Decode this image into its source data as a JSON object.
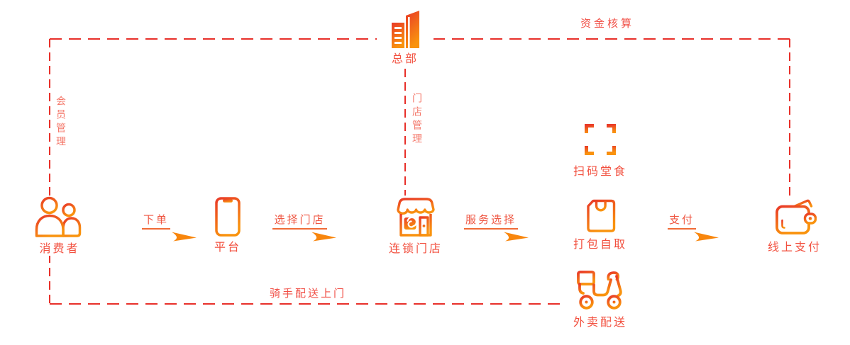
{
  "diagram": {
    "nodes": {
      "headquarters": {
        "label": "总部",
        "icon": "building-icon"
      },
      "consumer": {
        "label": "消费者",
        "icon": "people-icon"
      },
      "platform": {
        "label": "平台",
        "icon": "phone-icon"
      },
      "chain_store": {
        "label": "连锁门店",
        "icon": "storefront-icon"
      },
      "scan_dine_in": {
        "label": "扫码堂食",
        "icon": "scan-frame-icon"
      },
      "pack_pickup": {
        "label": "打包自取",
        "icon": "shopping-bag-icon"
      },
      "delivery": {
        "label": "外卖配送",
        "icon": "scooter-icon"
      },
      "online_payment": {
        "label": "线上支付",
        "icon": "wallet-icon"
      }
    },
    "flows": {
      "place_order": {
        "label": "下单"
      },
      "select_store": {
        "label": "选择门店"
      },
      "service_select": {
        "label": "服务选择"
      },
      "pay": {
        "label": "支付"
      }
    },
    "links": {
      "member_management": {
        "label": "会员管理"
      },
      "store_management": {
        "label": "门店管理"
      },
      "fund_accounting": {
        "label": "资金核算"
      },
      "rider_delivery": {
        "label": "骑手配送上门"
      }
    },
    "colors": {
      "dashed_line": "#e8302a",
      "node_label": "#f2503f",
      "side_label": "#f4796b",
      "flow_label": "#ef5743",
      "icon_gradient_start": "#e93a28",
      "icon_gradient_end": "#f9930e"
    }
  }
}
